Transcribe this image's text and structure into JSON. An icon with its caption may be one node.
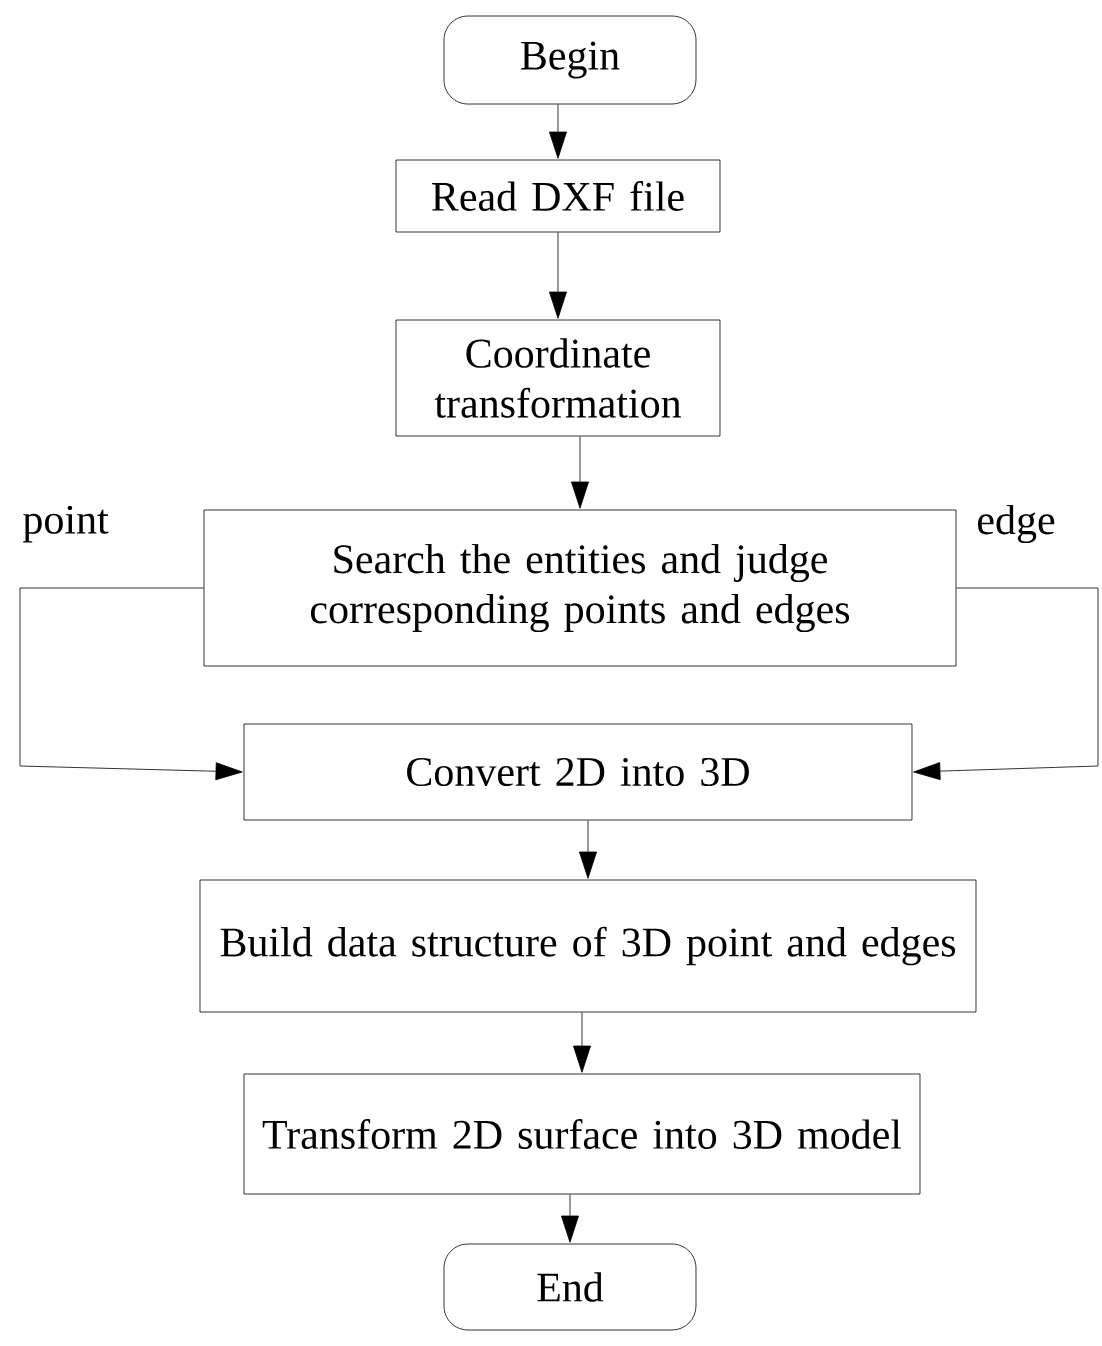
{
  "diagram": {
    "nodes": [
      {
        "text": [
          "Begin"
        ]
      },
      {
        "text": [
          "Read DXF file"
        ]
      },
      {
        "text": [
          "Coordinate transformation"
        ]
      },
      {
        "text": [
          "Search the entities and judge corresponding points and edges"
        ]
      },
      {
        "text": [
          "Convert 2D into 3D"
        ]
      },
      {
        "text": [
          "Build data structure of 3D point and edges"
        ]
      },
      {
        "text": [
          "Transform 2D surface into 3D model"
        ]
      },
      {
        "text": [
          "End"
        ]
      }
    ],
    "edges": [
      {
        "from": 0,
        "to": 1,
        "arrow": "to"
      },
      {
        "from": 1,
        "to": 2,
        "arrow": "to"
      },
      {
        "from": 2,
        "to": 3,
        "arrow": "to"
      },
      {
        "from": 3,
        "to": 4,
        "arrow": "to",
        "label": "point"
      },
      {
        "from": 3,
        "to": 4,
        "arrow": "to",
        "label": "edge"
      },
      {
        "from": 4,
        "to": 5,
        "arrow": "to"
      },
      {
        "from": 5,
        "to": 6,
        "arrow": "to"
      },
      {
        "from": 6,
        "to": 7,
        "arrow": "to"
      }
    ]
  }
}
